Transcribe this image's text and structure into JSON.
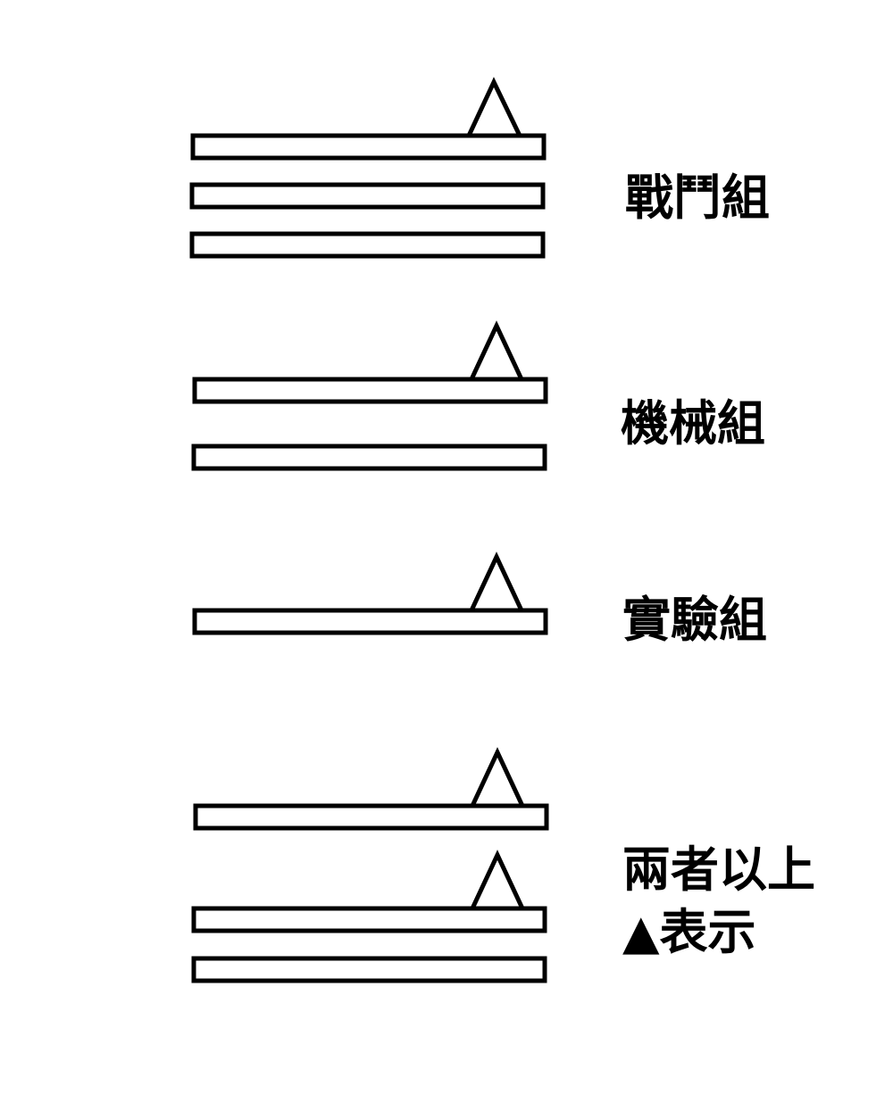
{
  "colors": {
    "stroke": "#000000",
    "fill": "#ffffff"
  },
  "groups": [
    {
      "id": "combat",
      "label": "戰鬥組",
      "bars": 3,
      "marked_bars": [
        0
      ]
    },
    {
      "id": "mechanical",
      "label": "機械組",
      "bars": 2,
      "marked_bars": [
        0
      ]
    },
    {
      "id": "experimental",
      "label": "實驗組",
      "bars": 1,
      "marked_bars": [
        0
      ]
    },
    {
      "id": "multiple",
      "label_lines": [
        "兩者以上",
        "▲表示"
      ],
      "bars": 3,
      "marked_bars": [
        0,
        1
      ]
    }
  ]
}
